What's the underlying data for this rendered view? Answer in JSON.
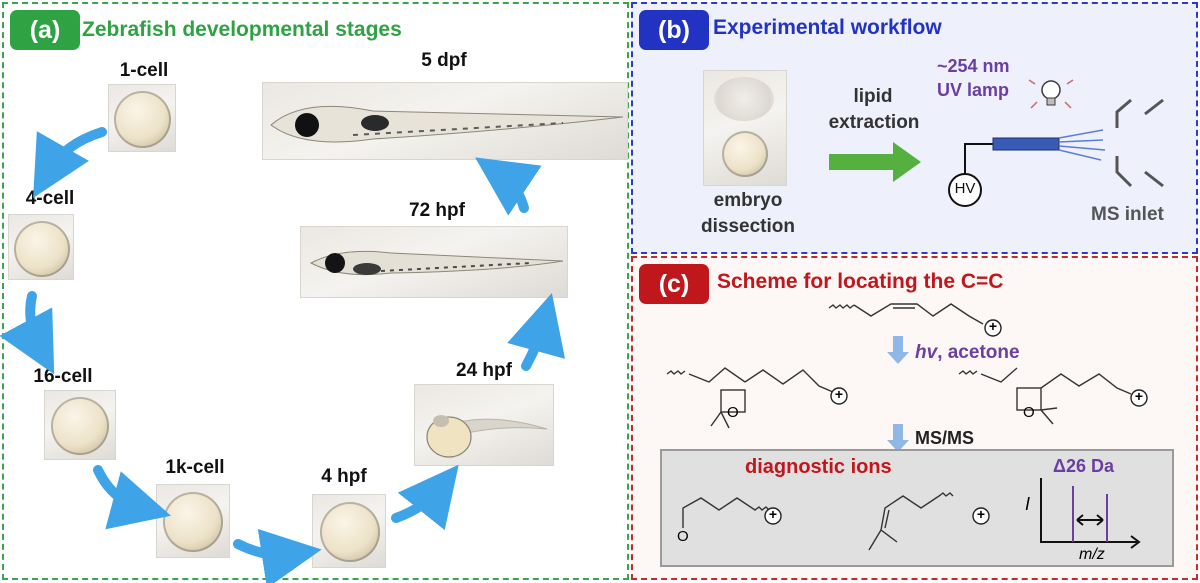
{
  "panel_a": {
    "tag": "(a)",
    "title": "Zebrafish developmental stages",
    "stages": {
      "s1": "1-cell",
      "s2": "4-cell",
      "s3": "16-cell",
      "s4": "1k-cell",
      "s5": "4 hpf",
      "s6": "24 hpf",
      "s7": "72 hpf",
      "s8": "5 dpf"
    }
  },
  "panel_b": {
    "tag": "(b)",
    "title": "Experimental workflow",
    "embryo_line1": "embryo",
    "embryo_line2": "dissection",
    "lipid_line1": "lipid",
    "lipid_line2": "extraction",
    "uv_line1": "~254 nm",
    "uv_line2": "UV lamp",
    "hv": "HV",
    "ms_inlet": "MS inlet"
  },
  "panel_c": {
    "tag": "(c)",
    "title": "Scheme for locating the C=C",
    "step1_hv": "hv",
    "step1_rest": ", acetone",
    "step2": "MS/MS",
    "diagnostic": "diagnostic ions",
    "delta": "Δ26 Da",
    "axis_y": "I",
    "axis_x": "m/z",
    "oxygen": "O",
    "plus": "+"
  },
  "colors": {
    "green": "#2fa244",
    "blue": "#2233c4",
    "red": "#c0171c",
    "purple": "#6b3fa0",
    "arrow_blue": "#3fa3e8"
  }
}
